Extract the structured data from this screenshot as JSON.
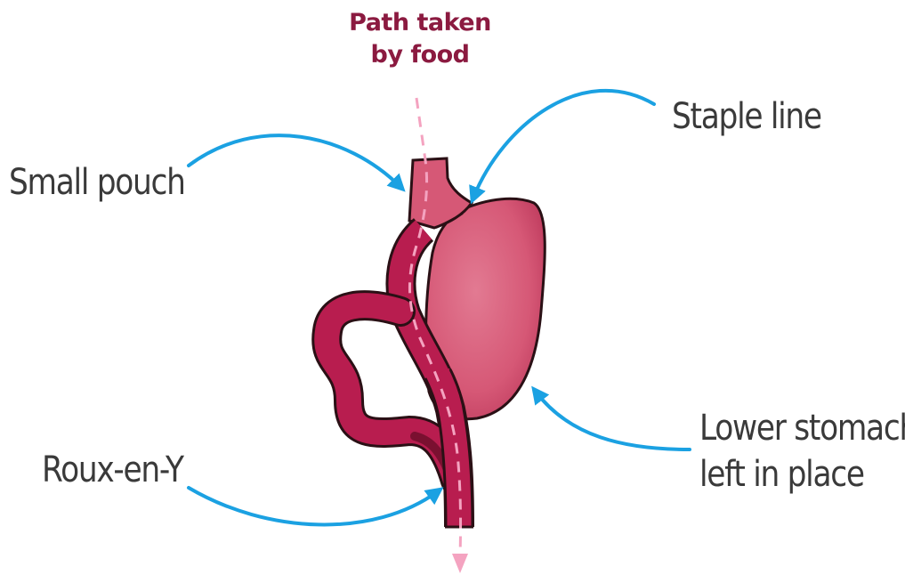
{
  "title": {
    "line1": "Path taken",
    "line2": "by food"
  },
  "labels": {
    "small_pouch": "Small pouch",
    "staple_line": "Staple line",
    "lower_stomach_line1": "Lower stomach",
    "lower_stomach_line2": "left in place",
    "roux_en_y": "Roux-en-Y"
  },
  "colors": {
    "arrow": "#1ba1e2",
    "stomach": "#d65876",
    "intestine": "#b81d4f",
    "outline": "#2a1015",
    "food_path": "#f4a3c0",
    "title_text": "#8b1a40"
  }
}
